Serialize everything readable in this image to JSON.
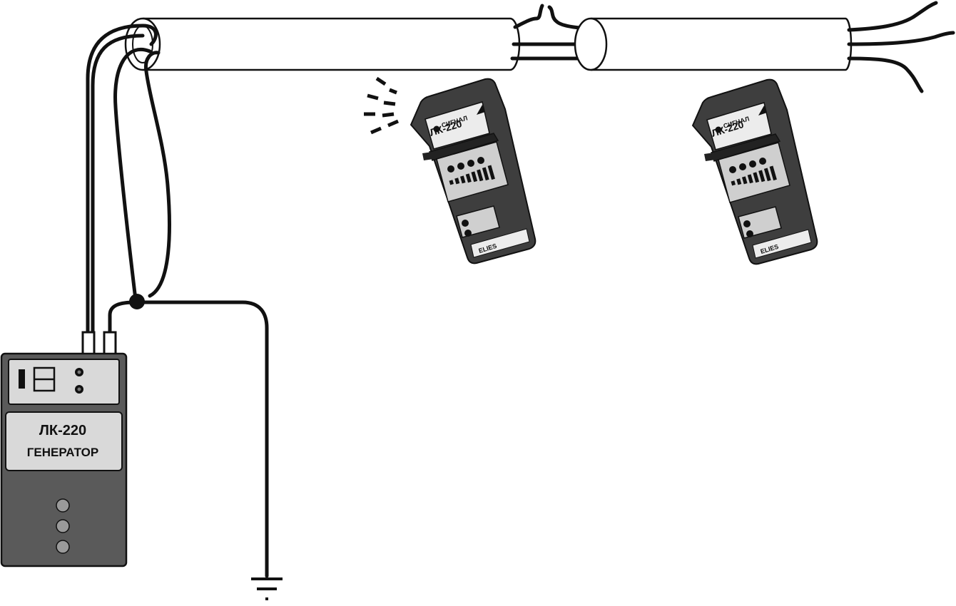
{
  "generator": {
    "model": "ЛК-220",
    "label": "ГЕНЕРАТОР",
    "body_color": "#5a5a5a",
    "panel_color": "#d9d9d9"
  },
  "receivers": [
    {
      "model": "ЛК-220",
      "signal_label": "СИГНАЛ",
      "brand": "ELIES",
      "signal_detected": true
    },
    {
      "model": "ЛК-220",
      "signal_label": "СИГНАЛ",
      "brand": "ELIES",
      "signal_detected": false
    }
  ],
  "colors": {
    "wire": "#111111",
    "probe_body": "#3e3e3e",
    "probe_face": "#cfcfcf"
  },
  "icons": {
    "ground": "ground-icon",
    "signal": "signal-waves-icon"
  }
}
